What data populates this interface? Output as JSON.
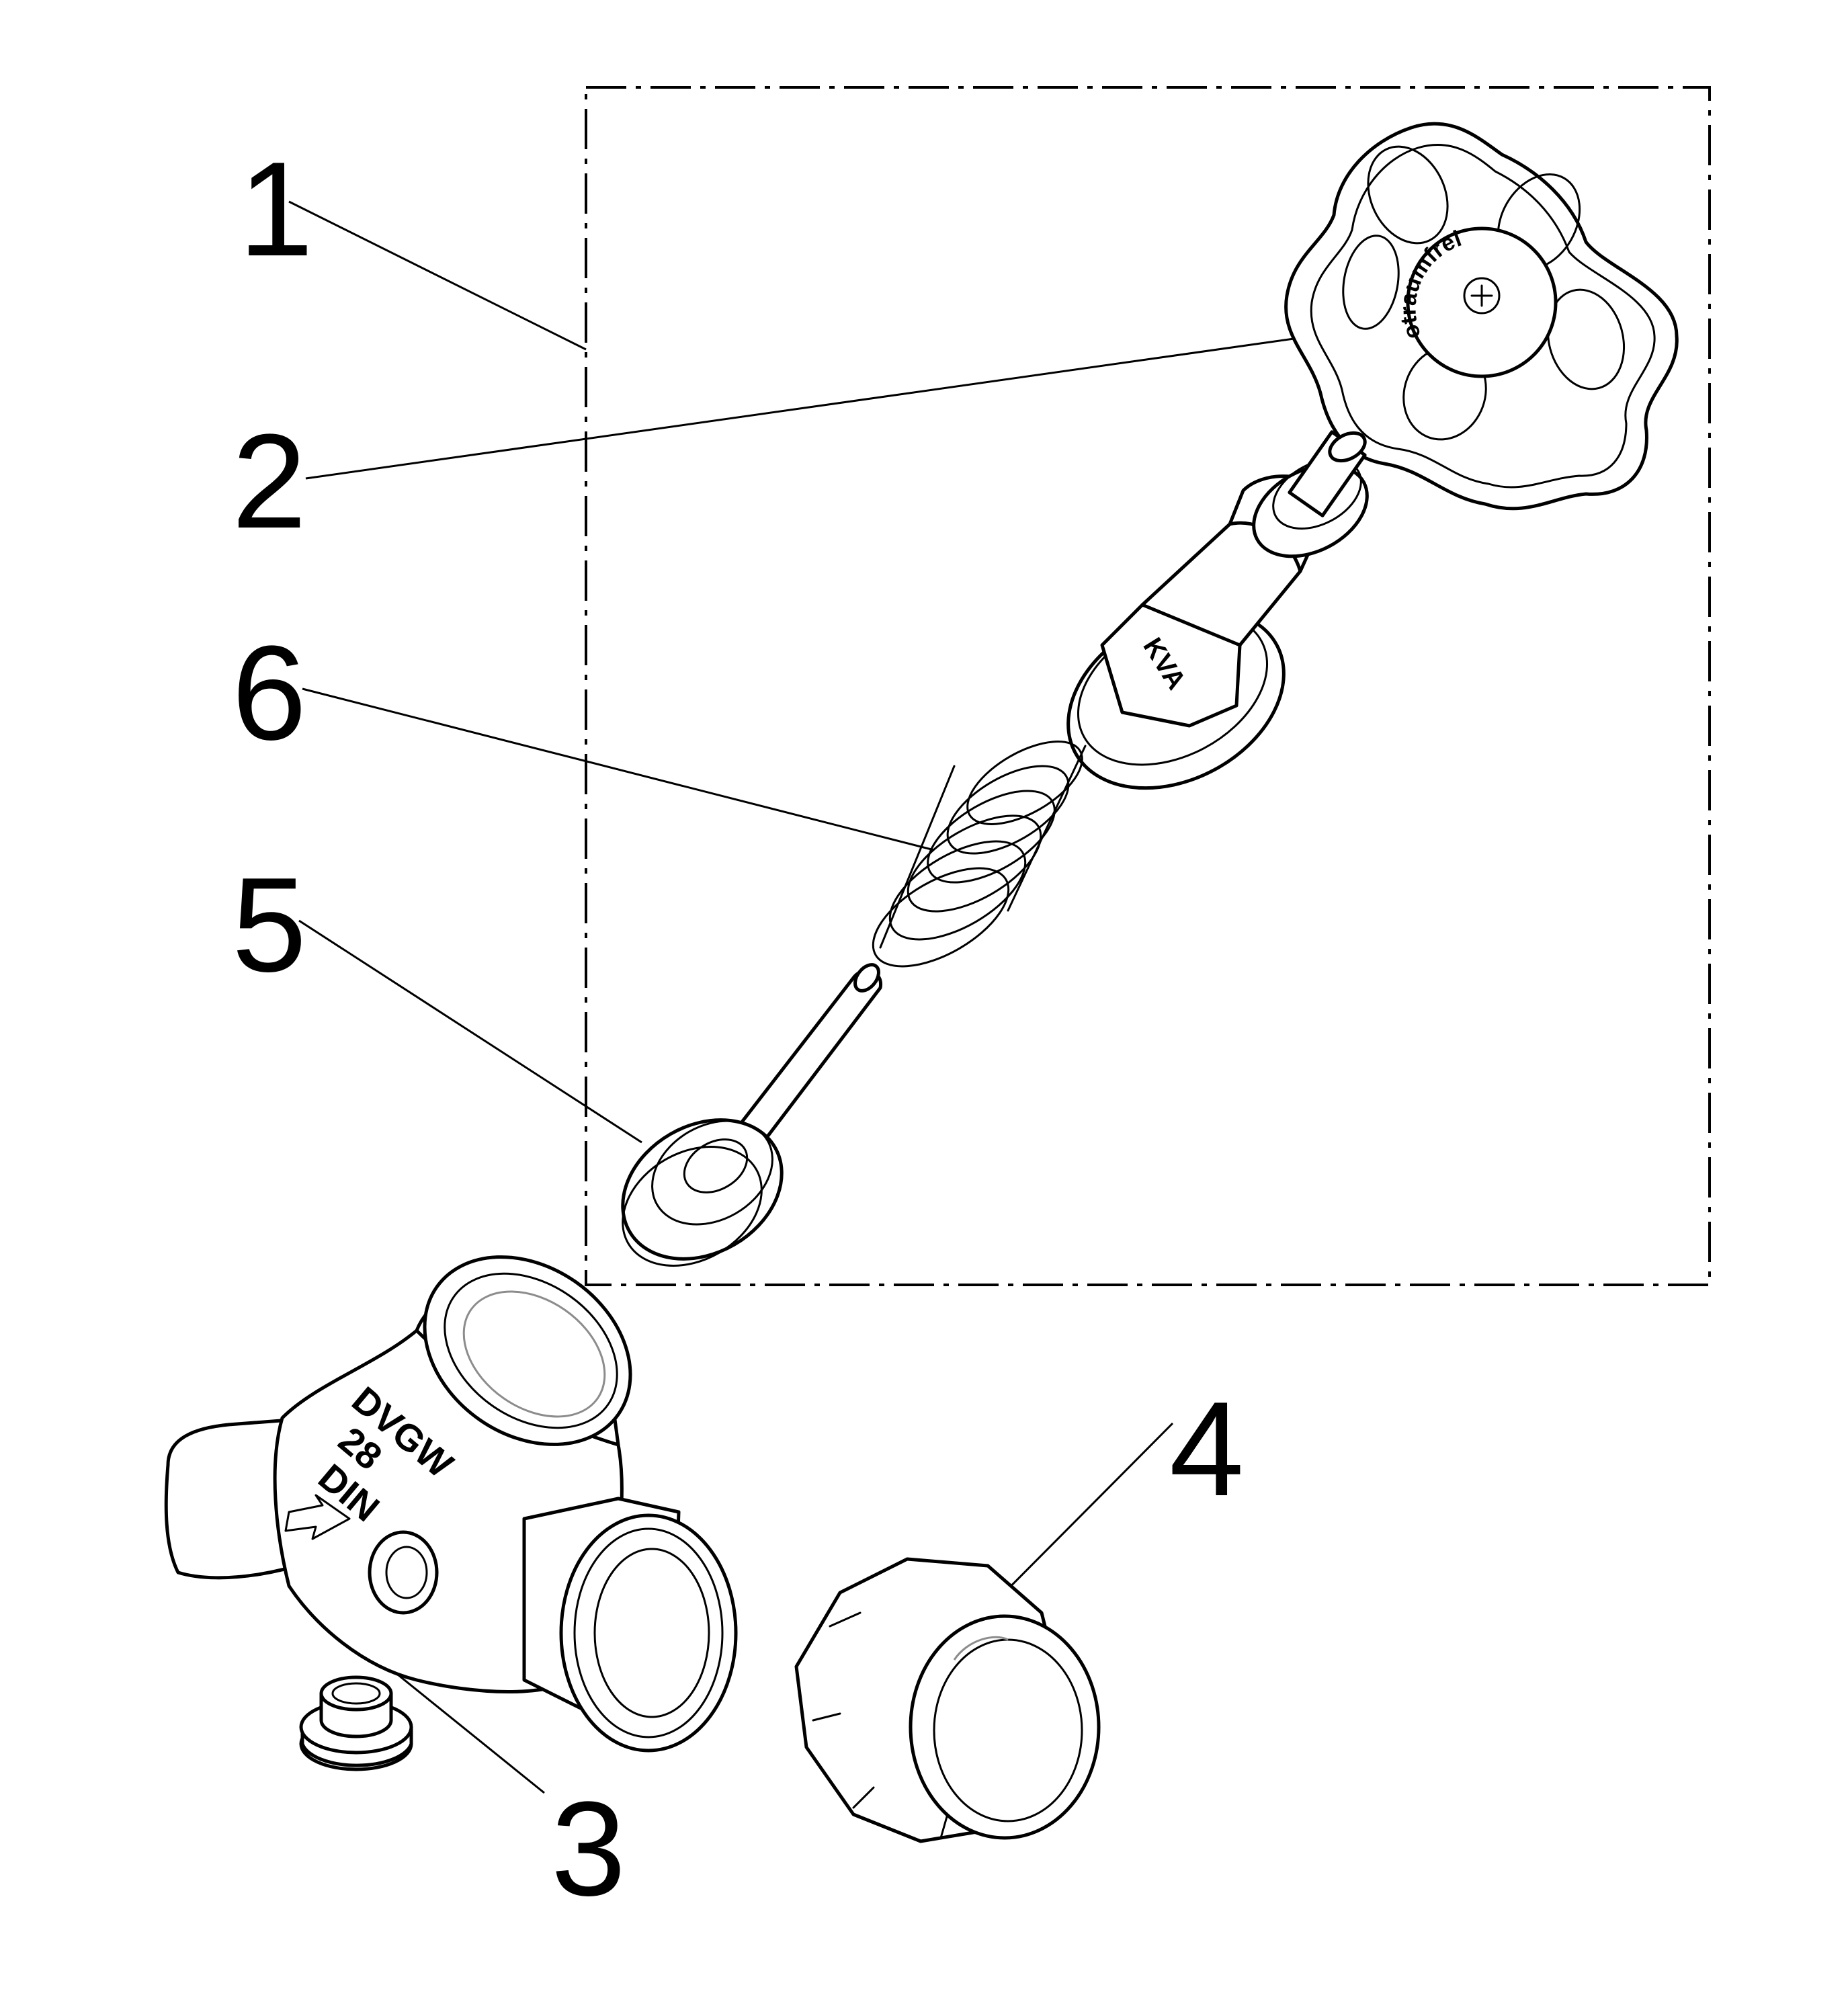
{
  "callouts": [
    {
      "id": "1",
      "label": "1"
    },
    {
      "id": "2",
      "label": "2"
    },
    {
      "id": "6",
      "label": "6"
    },
    {
      "id": "5",
      "label": "5"
    },
    {
      "id": "4",
      "label": "4"
    },
    {
      "id": "3",
      "label": "3"
    }
  ],
  "markings": {
    "handwheel_text": "otraumfrei",
    "bonnet_text": "KVA",
    "body_line1": "DVGW",
    "body_line2": "28",
    "body_line3": "DIN"
  },
  "colors": {
    "line": "#000000",
    "hidden_edge": "#8c8c8c",
    "background": "#ffffff"
  }
}
